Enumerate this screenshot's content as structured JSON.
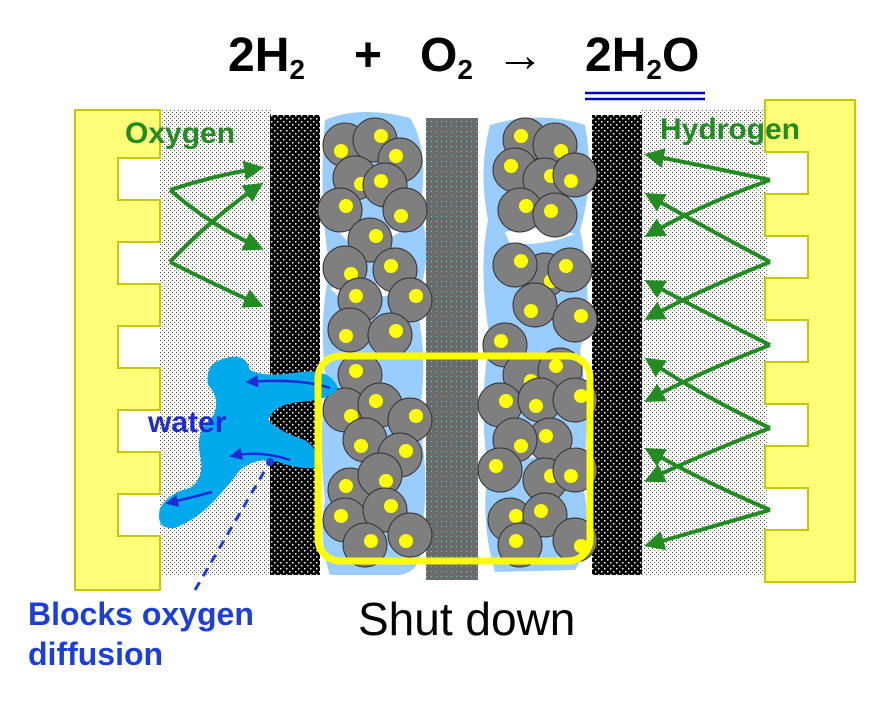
{
  "equation": {
    "term1": "2H",
    "term1_sub": "2",
    "plus": "+",
    "term2": "O",
    "term2_sub": "2",
    "arrow": "→",
    "product": "2H",
    "product_sub": "2",
    "product_tail": "O"
  },
  "labels": {
    "oxygen": "Oxygen",
    "hydrogen": "Hydrogen",
    "water": "water",
    "blocks": "Blocks oxygen",
    "diffusion": "diffusion",
    "shutdown": "Shut down"
  },
  "colors": {
    "plate": "#ffff77",
    "gdl": "#000000",
    "membrane": "#6b6b6b",
    "particle": "#7f7f7f",
    "catalyst": "#ffff00",
    "water": "#00a0e8",
    "ionomer": "#99ccff",
    "gas_arrow": "#228b22",
    "water_arrow": "#1e2ad8",
    "highlight": "#ffff00",
    "label_blue": "#1a3ee0",
    "underline": "#0000cc"
  }
}
